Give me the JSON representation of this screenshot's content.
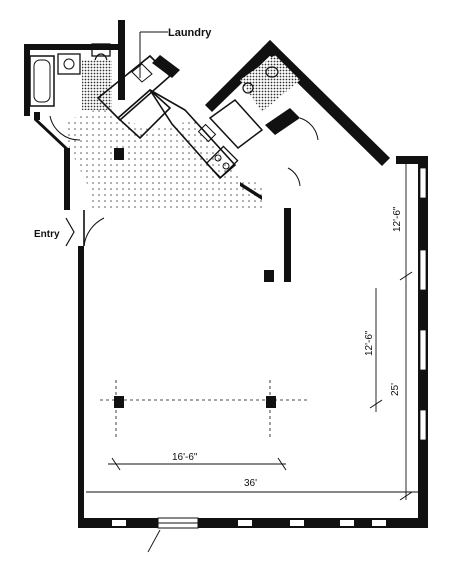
{
  "labels": {
    "laundry": "Laundry",
    "entry": "Entry"
  },
  "dimensions": {
    "width_lower": "16'-6\"",
    "width_total": "36'",
    "depth_total": "25'",
    "depth_upper": "12'-6\"",
    "depth_lower": "12'-6\""
  },
  "colors": {
    "ink": "#111111",
    "paper": "#ffffff",
    "stipple": "#555555"
  }
}
